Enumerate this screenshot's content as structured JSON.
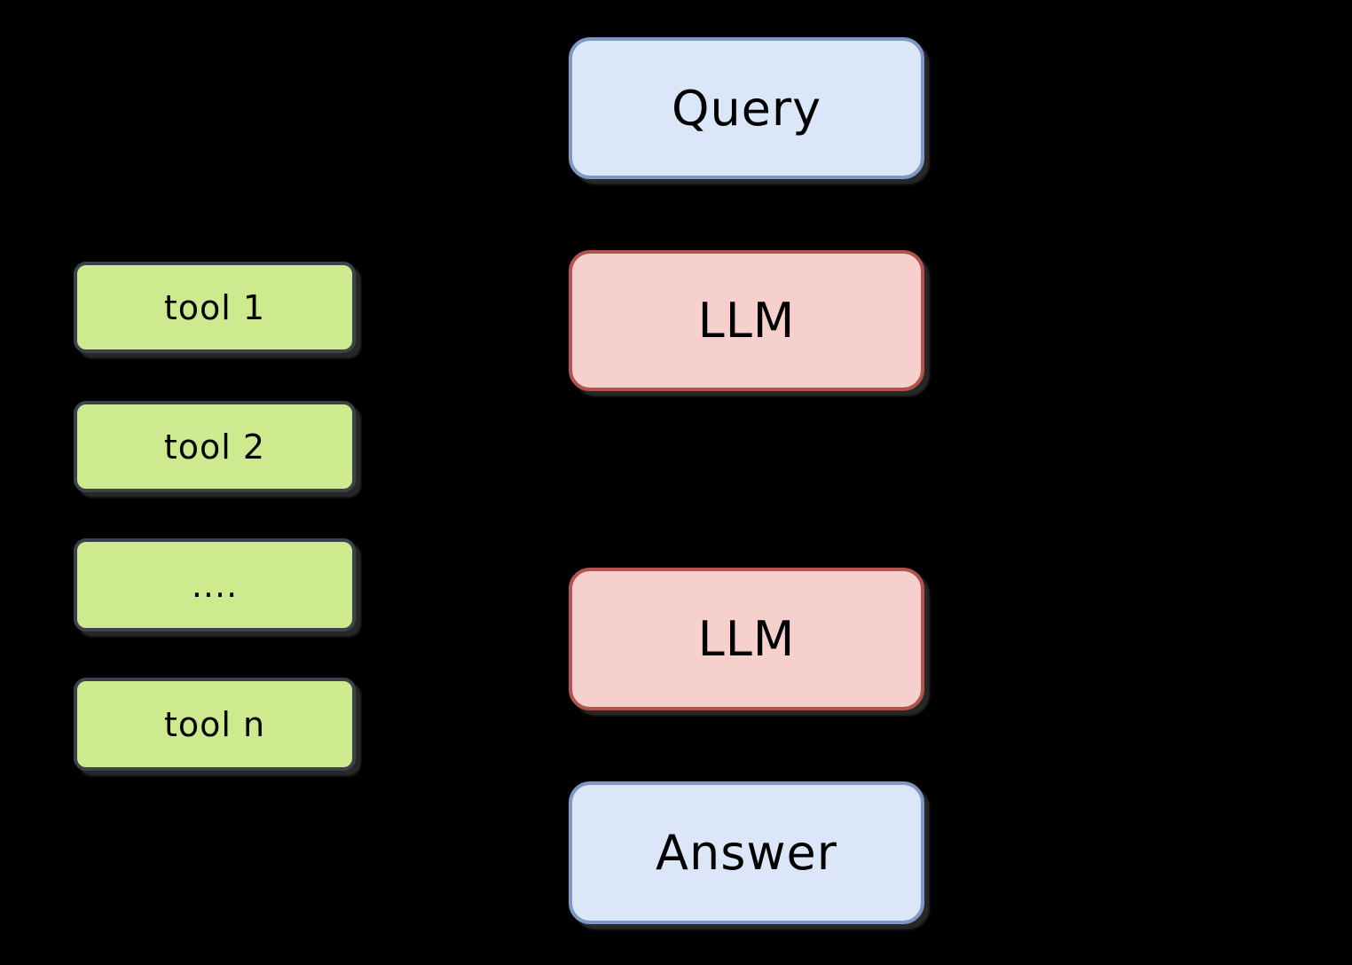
{
  "diagram": {
    "background": "#000000",
    "colors": {
      "io_fill": "#dbe7f8",
      "io_border": "#7d98c5",
      "llm_fill": "#f6d0cd",
      "llm_border": "#b2534e",
      "tool_fill": "#cdea8e",
      "tool_border": "#3b424b",
      "text": "#000000"
    },
    "flow_nodes": [
      {
        "id": "query",
        "label": "Query",
        "kind": "io"
      },
      {
        "id": "llm-top",
        "label": "LLM",
        "kind": "llm"
      },
      {
        "id": "llm-bottom",
        "label": "LLM",
        "kind": "llm"
      },
      {
        "id": "answer",
        "label": "Answer",
        "kind": "io"
      }
    ],
    "tool_nodes": [
      {
        "id": "tool-1",
        "label": "tool 1"
      },
      {
        "id": "tool-2",
        "label": "tool 2"
      },
      {
        "id": "tool-ellipsis",
        "label": "...."
      },
      {
        "id": "tool-n",
        "label": "tool n"
      }
    ]
  }
}
